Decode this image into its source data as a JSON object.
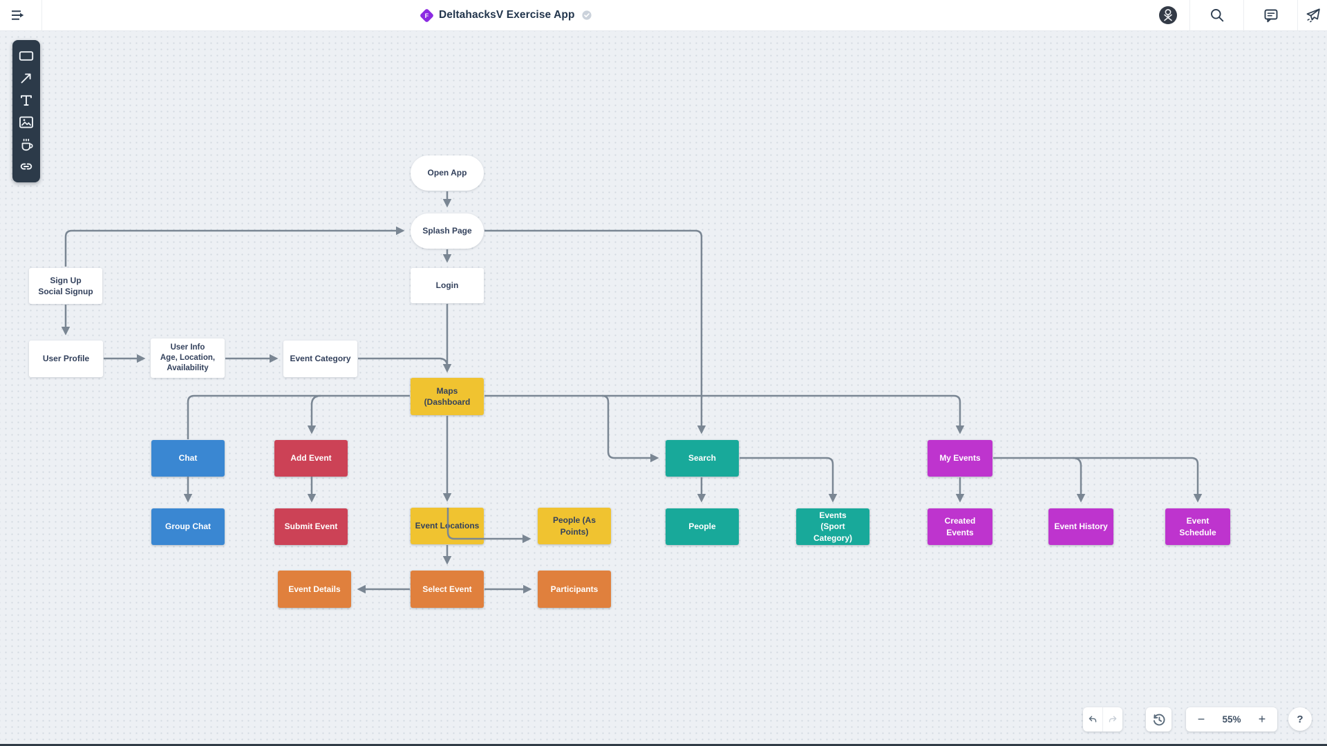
{
  "topbar": {
    "title": "DeltahacksV Exercise App",
    "logo_letter": "F",
    "left_icon": "menu-arrow",
    "right_icons": [
      "avatar",
      "search",
      "comments",
      "send"
    ]
  },
  "toolbar": {
    "tools": [
      "shape-tool",
      "connector-tool",
      "text-tool",
      "image-tool",
      "icon-tool",
      "link-tool"
    ]
  },
  "diagram": {
    "nodes": [
      {
        "id": "open-app",
        "label": "Open App",
        "color": "white",
        "shape": "pill"
      },
      {
        "id": "splash-page",
        "label": "Splash Page",
        "color": "white",
        "shape": "pill"
      },
      {
        "id": "sign-up",
        "label": "Sign Up\nSocial Signup",
        "color": "white",
        "shape": "rect"
      },
      {
        "id": "login",
        "label": "Login",
        "color": "white",
        "shape": "rect"
      },
      {
        "id": "user-profile",
        "label": "User Profile",
        "color": "white",
        "shape": "rect"
      },
      {
        "id": "user-info",
        "label": "User Info\nAge, Location,\nAvailability",
        "color": "white",
        "shape": "rect"
      },
      {
        "id": "event-category",
        "label": "Event Category",
        "color": "white",
        "shape": "rect"
      },
      {
        "id": "maps-dashboard",
        "label": "Maps (Dashboard",
        "color": "yellow",
        "shape": "rect"
      },
      {
        "id": "chat",
        "label": "Chat",
        "color": "blue",
        "shape": "rect"
      },
      {
        "id": "add-event",
        "label": "Add Event",
        "color": "red",
        "shape": "rect"
      },
      {
        "id": "search",
        "label": "Search",
        "color": "teal",
        "shape": "rect"
      },
      {
        "id": "my-events",
        "label": "My Events",
        "color": "magenta",
        "shape": "rect"
      },
      {
        "id": "group-chat",
        "label": "Group Chat",
        "color": "blue",
        "shape": "rect"
      },
      {
        "id": "submit-event",
        "label": "Submit Event",
        "color": "red",
        "shape": "rect"
      },
      {
        "id": "event-locations",
        "label": "Event Locations",
        "color": "yellow",
        "shape": "rect"
      },
      {
        "id": "people-as-points",
        "label": "People (As Points)",
        "color": "yellow",
        "shape": "rect"
      },
      {
        "id": "people",
        "label": "People",
        "color": "teal",
        "shape": "rect"
      },
      {
        "id": "events-sport-category",
        "label": "Events\n(Sport Category)",
        "color": "teal",
        "shape": "rect"
      },
      {
        "id": "created-events",
        "label": "Created Events",
        "color": "magenta",
        "shape": "rect"
      },
      {
        "id": "event-history",
        "label": "Event History",
        "color": "magenta",
        "shape": "rect"
      },
      {
        "id": "event-schedule",
        "label": "Event Schedule",
        "color": "magenta",
        "shape": "rect"
      },
      {
        "id": "event-details",
        "label": "Event Details",
        "color": "orange",
        "shape": "rect"
      },
      {
        "id": "select-event",
        "label": "Select Event",
        "color": "orange",
        "shape": "rect"
      },
      {
        "id": "participants",
        "label": "Participants",
        "color": "orange",
        "shape": "rect"
      }
    ],
    "edges": [
      {
        "from": "open-app",
        "to": "splash-page"
      },
      {
        "from": "splash-page",
        "to": "login"
      },
      {
        "from": "sign-up",
        "to": "splash-page"
      },
      {
        "from": "sign-up",
        "to": "user-profile"
      },
      {
        "from": "user-profile",
        "to": "user-info"
      },
      {
        "from": "user-info",
        "to": "event-category"
      },
      {
        "from": "event-category",
        "to": "maps-dashboard"
      },
      {
        "from": "login",
        "to": "maps-dashboard"
      },
      {
        "from": "maps-dashboard",
        "to": "event-locations"
      },
      {
        "from": "maps-dashboard",
        "to": "chat"
      },
      {
        "from": "maps-dashboard",
        "to": "add-event"
      },
      {
        "from": "maps-dashboard",
        "to": "my-events"
      },
      {
        "from": "maps-dashboard",
        "to": "search"
      },
      {
        "from": "splash-page",
        "to": "search"
      },
      {
        "from": "search",
        "to": "people"
      },
      {
        "from": "search",
        "to": "events-sport-category"
      },
      {
        "from": "my-events",
        "to": "created-events"
      },
      {
        "from": "my-events",
        "to": "event-history"
      },
      {
        "from": "my-events",
        "to": "event-schedule"
      },
      {
        "from": "event-locations",
        "to": "select-event"
      },
      {
        "from": "maps-dashboard",
        "to": "people-as-points"
      },
      {
        "from": "select-event",
        "to": "event-details"
      },
      {
        "from": "select-event",
        "to": "participants"
      },
      {
        "from": "chat",
        "to": "group-chat"
      },
      {
        "from": "add-event",
        "to": "submit-event"
      }
    ]
  },
  "controls": {
    "zoom_level": "55%",
    "zoom_out_label": "−",
    "zoom_in_label": "+",
    "help_label": "?"
  },
  "colors": {
    "yellow": "#F0C330",
    "blue": "#3A87D2",
    "red": "#CC4256",
    "teal": "#18A99A",
    "magenta": "#BE34CE",
    "orange": "#E0803D",
    "white": "#FFFFFF",
    "edge": "#7A8693",
    "node_dark_text": "#33415C",
    "node_light_text": "#FFFFFF",
    "canvas_bg": "#EDF0F4",
    "toolbar_bg": "#2C3A49",
    "logo": "#8B2BE2"
  }
}
